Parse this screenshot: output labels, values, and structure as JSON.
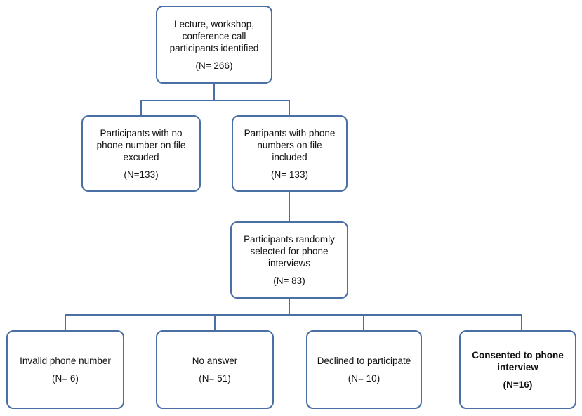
{
  "colors": {
    "box_border": "#4a6fa5",
    "connector": "#4a6fa5"
  },
  "boxes": {
    "identified": {
      "label": "Lecture, workshop,\nconference call\nparticipants identified",
      "count": "(N= 266)"
    },
    "excluded": {
      "label": "Participants with no\nphone number on file\nexcuded",
      "count": "(N=133)"
    },
    "included": {
      "label": "Partipants with phone\nnumbers on file\nincluded",
      "count": "(N= 133)"
    },
    "selected": {
      "label": "Participants randomly\nselected for phone\ninterviews",
      "count": "(N= 83)"
    },
    "invalid": {
      "label": "Invalid phone number",
      "count": "(N= 6)"
    },
    "no_answer": {
      "label": "No answer",
      "count": "(N= 51)"
    },
    "declined": {
      "label": "Declined to participate",
      "count": "(N= 10)"
    },
    "consented": {
      "label": "Consented to phone\ninterview",
      "count": "(N=16)"
    }
  }
}
